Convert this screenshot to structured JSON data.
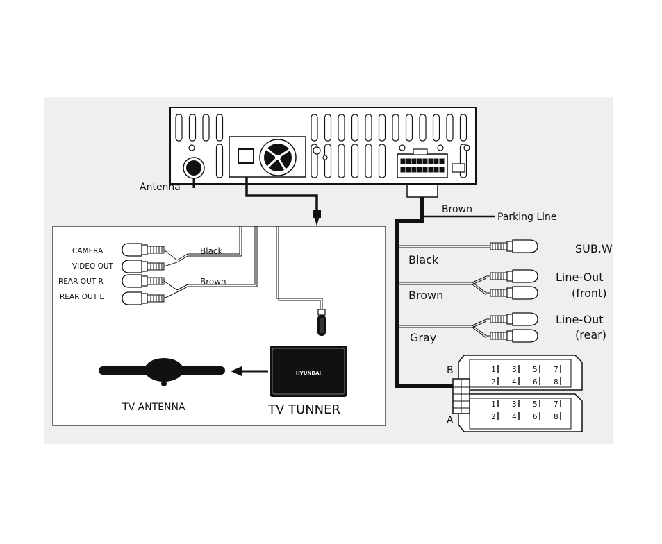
{
  "colors": {
    "background_panel": "#efefef",
    "line": "#111111",
    "white": "#ffffff"
  },
  "labels": {
    "antenna": "Antenna",
    "brown_top": "Brown",
    "parking_line": "Parking Line",
    "black_right": "Black",
    "sub_w": "SUB.W",
    "brown_right": "Brown",
    "line_out_1": "Line-Out",
    "front": "(front)",
    "gray_right": "Gray",
    "line_out_2": "Line-Out",
    "rear": "(rear)",
    "camera": "CAMERA",
    "video_out": "VIDEO OUT",
    "rear_out_r": "REAR OUT R",
    "rear_out_l": "REAR OUT L",
    "black_left": "Black",
    "brown_left": "Brown",
    "brand": "HYUNDAI",
    "tv_tuner": "TV TUNNER",
    "tv_antenna": "TV ANTENNA",
    "connector_b": "B",
    "connector_a": "A"
  },
  "connector_pins": {
    "b_row1": [
      "1",
      "3",
      "5",
      "7"
    ],
    "b_row2": [
      "2",
      "4",
      "6",
      "8"
    ],
    "a_row1": [
      "1",
      "3",
      "5",
      "7"
    ],
    "a_row2": [
      "2",
      "4",
      "6",
      "8"
    ]
  },
  "icons": [
    "antenna-jack-icon",
    "fan-icon",
    "rca-plug-icon",
    "tv-antenna-icon",
    "arrow-icon"
  ]
}
